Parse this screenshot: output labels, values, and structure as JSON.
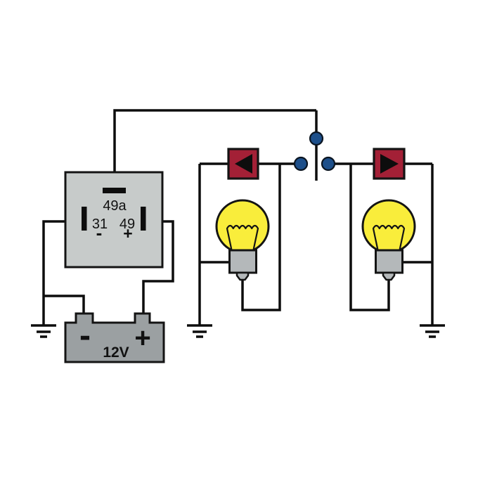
{
  "diagram_type": "automotive-turn-signal-flasher-circuit",
  "relay": {
    "terminal_top_label": "49a",
    "terminal_left_label": "31",
    "terminal_left_sign": "-",
    "terminal_right_label": "49",
    "terminal_right_sign": "+"
  },
  "battery": {
    "negative_sign": "-",
    "positive_sign": "+",
    "voltage": "12V"
  },
  "colors": {
    "background": "#ffffff",
    "wire": "#0d0d0d",
    "outline": "#141414",
    "relay_fill": "#c7cbca",
    "battery_fill": "#9ba0a2",
    "bulb_fill": "#f9ed3b",
    "bulb_base_fill": "#b4b8ba",
    "indicator_fill": "#a32036",
    "indicator_arrow": "#0d0d0d",
    "switch_contact_fill": "#1d4f8a"
  }
}
